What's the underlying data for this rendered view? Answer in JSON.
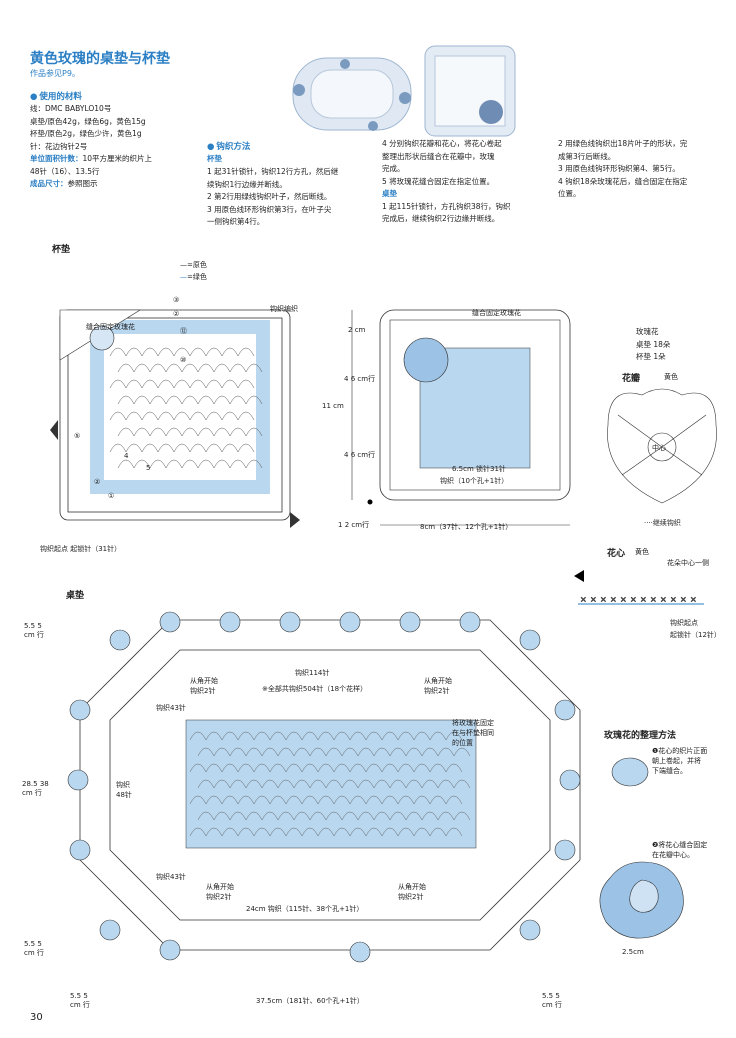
{
  "header": {
    "title": "黄色玫瑰的桌垫与杯垫",
    "subref": "作品参见P9。"
  },
  "materials": {
    "heading": "使用的材料",
    "lines": [
      "线：DMC BABYLO10号",
      "桌垫/原色42g，绿色6g，黄色15g",
      "杯垫/原色2g，绿色少许，黄色1g",
      "针：花边钩针2号"
    ],
    "gauge_label": "单位面积针数：",
    "gauge_value": "10平方厘米的织片上",
    "gauge_line2": "48针（16）、13.5行",
    "size_label": "成品尺寸：",
    "size_value": "参照图示"
  },
  "method": {
    "heading": "钩织方法",
    "coaster_label": "杯垫",
    "col1": [
      "1 起31针锁针，钩织12行方孔，然后继",
      "   续钩织1行边缘并断线。",
      "2 第2行用绿线钩织叶子，然后断线。",
      "3 用原色线环形钩织第3行，在叶子尖",
      "   一侧钩织第4行。"
    ],
    "col2": [
      "4 分别钩织花瓣和花心，将花心卷起",
      "   整理出形状后缝合在花瓣中，玫瑰",
      "   完成。",
      "5 将玫瑰花缝合固定在指定位置。"
    ],
    "table_label": "桌垫",
    "col2b": [
      "1 起115针锁针，方孔钩织38行，钩织",
      "   完成后，继续钩织2行边缘并断线。"
    ],
    "col3": [
      "2 用绿色线钩织出18片叶子的形状，完",
      "   成第3行后断线。",
      "3 用原色线钩环形钩织第4、第5行。",
      "4 钩织18朵玫瑰花后，缝合固定在指定",
      "   位置。"
    ]
  },
  "coaster": {
    "label": "杯垫",
    "legend_original": "=原色",
    "legend_green": "=绿色",
    "sew_note": "缝合固定玫瑰花",
    "edge_note": "钩织编织",
    "start_note": "钩织起点 起锁针（31针）",
    "row_marks": [
      "③",
      "②",
      "⑫",
      "⑩",
      "⑤",
      "②",
      "①",
      "4",
      "5"
    ],
    "dims": {
      "d2": "2",
      "d4a": "4",
      "d6a": "6",
      "d11": "11",
      "d4b": "4",
      "d6b": "6",
      "d1": "1",
      "d2b": "2",
      "cm": "cm",
      "hang": "行",
      "inner_width": "6.5cm 锁针31针",
      "inner_rows": "钩织（10个孔+1针）",
      "bottom_width": "8cm（37针、12个孔+1针）",
      "rose_note": "缝合固定玫瑰花"
    }
  },
  "rose": {
    "title": "玫瑰花",
    "table_count": "桌垫  18朵",
    "coaster_count": "杯垫  1朵",
    "petal_label": "花瓣",
    "petal_color": "黄色",
    "petal_center": "中心",
    "continue_note": "····继续钩织",
    "heart_label": "花心",
    "heart_color": "黄色",
    "heart_side": "花朵中心一侧",
    "heart_start": "钩织起点",
    "heart_chain": "起锁针（12针）",
    "arrange_title": "玫瑰花的整理方法",
    "step1": [
      "❶花心的织片正面",
      "朝上卷起，并将",
      "下端缝合。"
    ],
    "step2": [
      "❷将花心缝合固定",
      "在花瓣中心。"
    ],
    "size": "2.5cm"
  },
  "tablemat": {
    "label": "桌垫",
    "top_stitches": "钩织114针",
    "total_note": "※全部共钩织504针（18个花样）",
    "corner_tl": [
      "从角开始",
      "钩织2针"
    ],
    "corner_tr": [
      "从角开始",
      "钩织2针"
    ],
    "corner_bl": [
      "从角开始",
      "钩织2针"
    ],
    "corner_br": [
      "从角开始",
      "钩织2针"
    ],
    "side_43a": "钩织43针",
    "side_43b": "钩织43针",
    "side_48": [
      "钩织",
      "48针"
    ],
    "rose_note": [
      "将玫瑰花固定",
      "在与杯垫相同",
      "的位置"
    ],
    "bottom_inner": "24cm 钩织（115针、38个孔+1针）",
    "bottom_outer": "37.5cm（181针、60个孔+1针）",
    "left_dims": [
      "5.5",
      "5",
      "cm",
      "行",
      "28.5",
      "38",
      "cm",
      "行",
      "5.5",
      "5",
      "cm",
      "行"
    ],
    "bottom_dims": [
      "5.5",
      "5",
      "cm",
      "行",
      "5.5",
      "5",
      "cm",
      "行"
    ]
  },
  "page_number": "30",
  "colors": {
    "accent": "#2b7fc4",
    "fill": "#b9d7ef",
    "line": "#333333"
  }
}
